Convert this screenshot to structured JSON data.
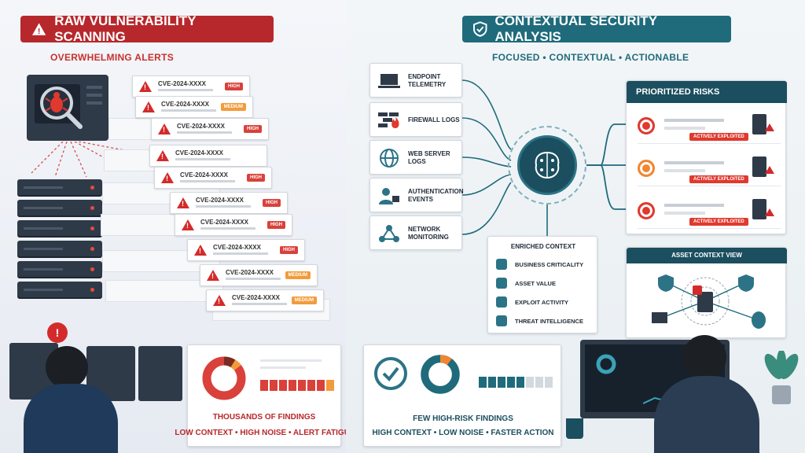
{
  "left": {
    "title": "RAW VULNERABILITY SCANNING",
    "subtitle": "OVERWHELMING ALERTS",
    "alerts": [
      {
        "cve": "CVE-2024-XXXX",
        "severity": "HIGH",
        "level": "high"
      },
      {
        "cve": "CVE-2024-XXXX",
        "severity": "MEDIUM",
        "level": "medium"
      },
      {
        "cve": "CVE-2024-XXXX",
        "severity": "HIGH",
        "level": "high"
      },
      {
        "cve": "CVE-2024-XXXX",
        "severity": "",
        "level": "high"
      },
      {
        "cve": "CVE-2024-XXXX",
        "severity": "HIGH",
        "level": "high"
      },
      {
        "cve": "CVE-2024-XXXX",
        "severity": "HIGH",
        "level": "high"
      },
      {
        "cve": "CVE-2024-XXXX",
        "severity": "HIGH",
        "level": "high"
      },
      {
        "cve": "CVE-2024-XXXX",
        "severity": "HIGH",
        "level": "high"
      },
      {
        "cve": "CVE-2024-XXXX",
        "severity": "MEDIUM",
        "level": "medium"
      },
      {
        "cve": "CVE-2024-XXXX",
        "severity": "MEDIUM",
        "level": "medium"
      }
    ],
    "footer_title": "THOUSANDS OF FINDINGS",
    "footer_sub": "LOW CONTEXT • HIGH NOISE • ALERT FATIGUE"
  },
  "right": {
    "title": "CONTEXTUAL SECURITY ANALYSIS",
    "subtitle": "FOCUSED • CONTEXTUAL • ACTIONABLE",
    "sources": [
      {
        "label": "ENDPOINT TELEMETRY",
        "icon": "laptop-icon"
      },
      {
        "label": "FIREWALL LOGS",
        "icon": "firewall-icon"
      },
      {
        "label": "WEB SERVER LOGS",
        "icon": "globe-icon"
      },
      {
        "label": "AUTHENTICATION EVENTS",
        "icon": "user-lock-icon"
      },
      {
        "label": "NETWORK MONITORING",
        "icon": "network-icon"
      }
    ],
    "enriched_title": "ENRICHED CONTEXT",
    "enriched_items": [
      "BUSINESS CRITICALITY",
      "ASSET VALUE",
      "EXPLOIT ACTIVITY",
      "THREAT INTELLIGENCE"
    ],
    "prioritized_title": "PRIORITIZED RISKS",
    "risks": [
      {
        "tag": "ACTIVELY EXPLOITED",
        "color": "#e0392e"
      },
      {
        "tag": "ACTIVELY EXPLOITED",
        "color": "#f0862f"
      },
      {
        "tag": "ACTIVELY EXPLOITED",
        "color": "#e0392e"
      }
    ],
    "asset_title": "ASSET CONTEXT VIEW",
    "footer_title": "FEW HIGH-RISK FINDINGS",
    "footer_sub": "HIGH CONTEXT • LOW NOISE • FASTER ACTION"
  },
  "colors": {
    "red": "#c8312d",
    "teal": "#1f6b7c",
    "dark_teal": "#1b4e5e"
  }
}
